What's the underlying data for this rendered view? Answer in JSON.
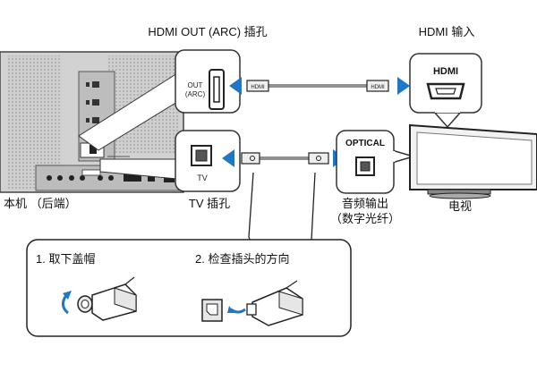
{
  "labels": {
    "hdmi_out": "HDMI OUT (ARC) 插孔",
    "hdmi_in": "HDMI 输入",
    "unit_rear": "本机 （后端）",
    "tv_jack": "TV 插孔",
    "optical_out_line1": "音频输出",
    "optical_out_line2": "（数字光纤）",
    "tv": "电视"
  },
  "ports": {
    "out_line1": "OUT",
    "out_line2": "(ARC)",
    "tv": "TV",
    "hdmi_badge": "HDMI",
    "optical_badge": "OPTICAL",
    "plug_hdmi": "HDMI"
  },
  "steps": [
    {
      "label": "1. 取下盖帽"
    },
    {
      "label": "2. 检查插头的方向"
    }
  ],
  "colors": {
    "arrow": "#1e78c8",
    "unit_body": "#d2d2d2",
    "tv_screen": "#f2f2f2",
    "outline": "#222222"
  }
}
